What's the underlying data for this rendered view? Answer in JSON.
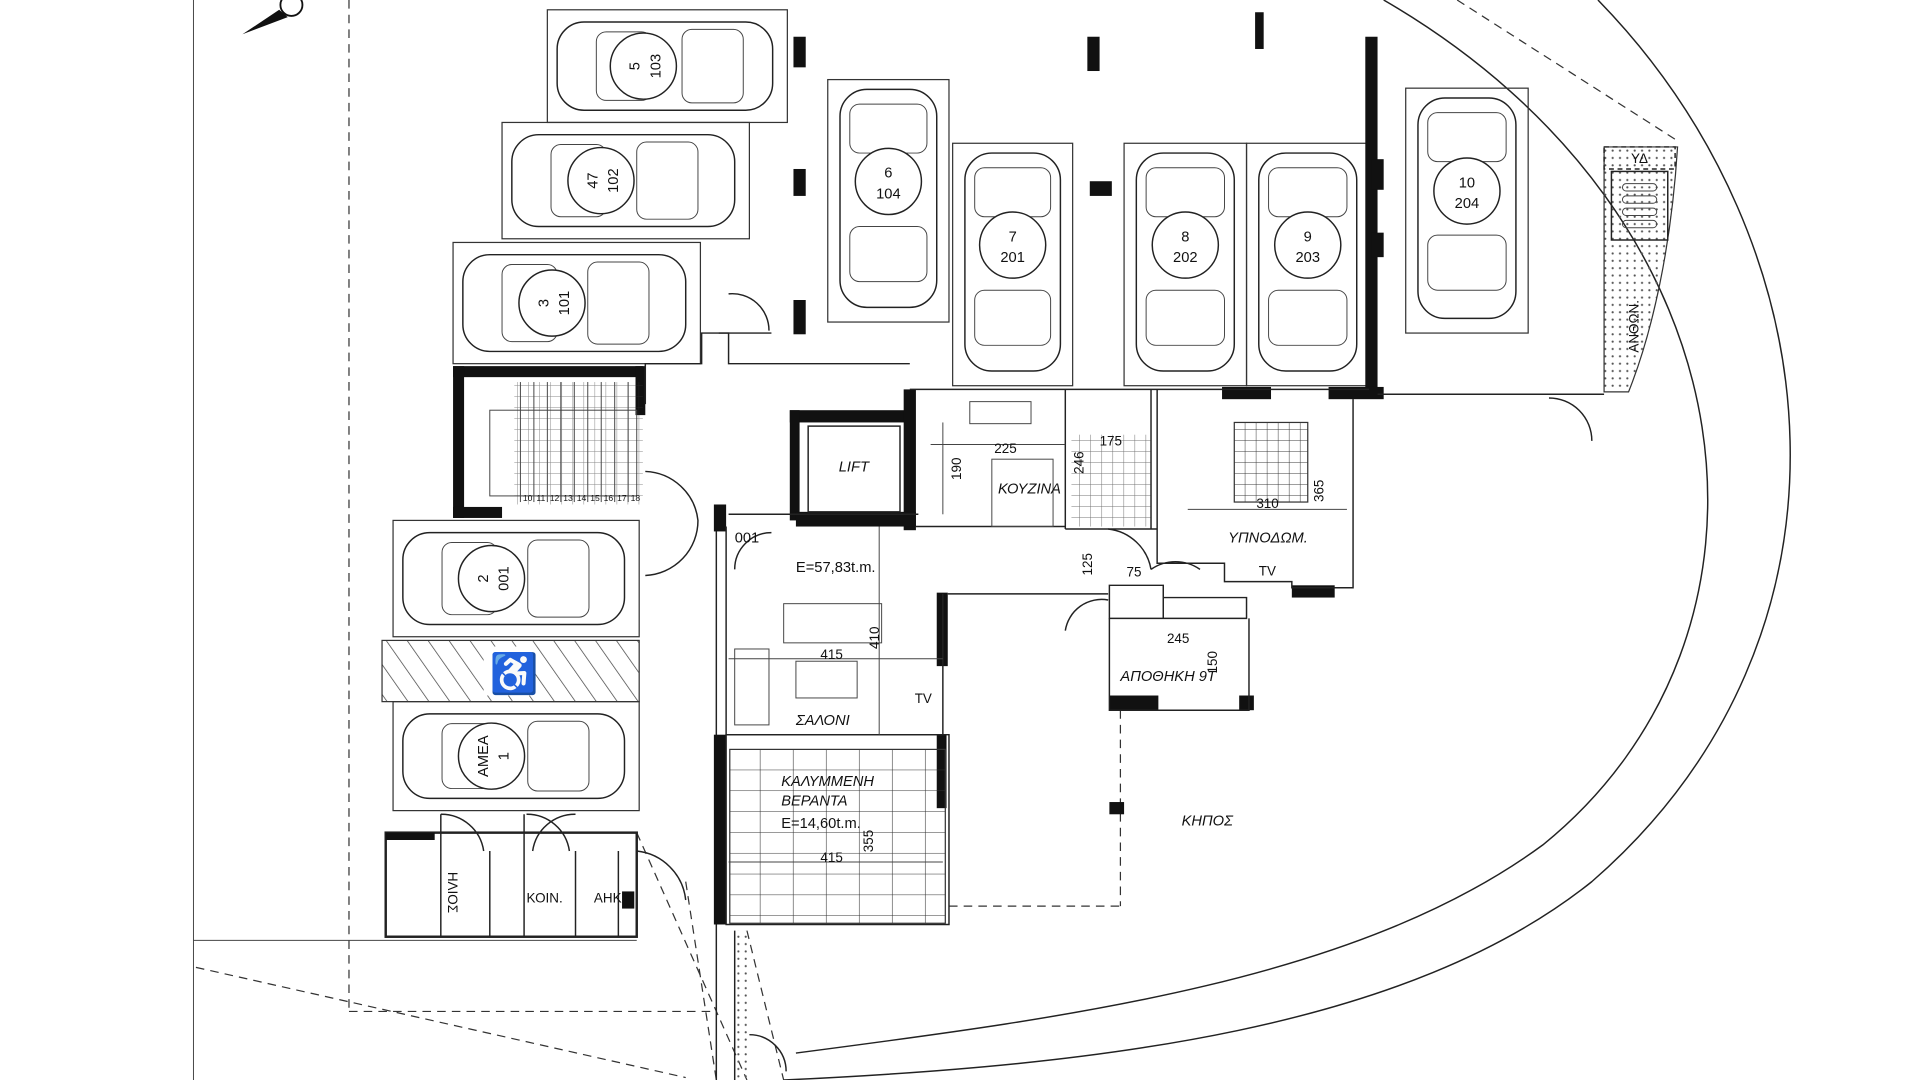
{
  "parking": [
    {
      "space": "5",
      "unit": "103"
    },
    {
      "space": "47",
      "unit": "102"
    },
    {
      "space": "3",
      "unit": "101"
    },
    {
      "space": "6",
      "unit": "104"
    },
    {
      "space": "7",
      "unit": "201"
    },
    {
      "space": "8",
      "unit": "202"
    },
    {
      "space": "9",
      "unit": "203"
    },
    {
      "space": "10",
      "unit": "204"
    },
    {
      "space": "2",
      "unit": "001"
    },
    {
      "space": "ΑΜΕΑ",
      "unit": "1"
    }
  ],
  "rooms": {
    "lift": "LIFT",
    "kitchen": "ΚΟΥΖΙΝΑ",
    "bedroom": "ΥΠΝΟΔΩΜ.",
    "living": "ΣΑΛΟΝΙ",
    "storage": "ΑΠΟΘΗΚΗ 9T",
    "garden": "ΚΗΠΟΣ",
    "veranda_line1": "ΚΑΛΥΜΜΕΝΗ",
    "veranda_line2": "ΒΕΡΑΝΤΑ",
    "veranda_area": "E=14,60t.m.",
    "apartment_area": "E=57,83t.m.",
    "apartment_number": "001",
    "solar": "ΗΛΙΟΣ",
    "common": "ΚΟΙΝ.",
    "electric": "ΑΗΚ",
    "water": "ΥΔ",
    "flowers": "ΑΝΘΩΝ.",
    "tv_living": "TV",
    "tv_bedroom": "TV"
  },
  "dimensions": {
    "kitchen_width": "225",
    "kitchen_depth": "190",
    "bath_depth": "246",
    "bath_width": "175",
    "bedroom_width": "310",
    "bedroom_depth": "365",
    "hall_depth": "125",
    "wc_width": "75",
    "storage_width": "245",
    "storage_depth": "150",
    "living_width": "415",
    "living_depth": "410",
    "veranda_width": "415",
    "veranda_depth": "355"
  },
  "stair_steps": [
    "10",
    "11",
    "12",
    "13",
    "14",
    "15",
    "16",
    "17",
    "18"
  ]
}
